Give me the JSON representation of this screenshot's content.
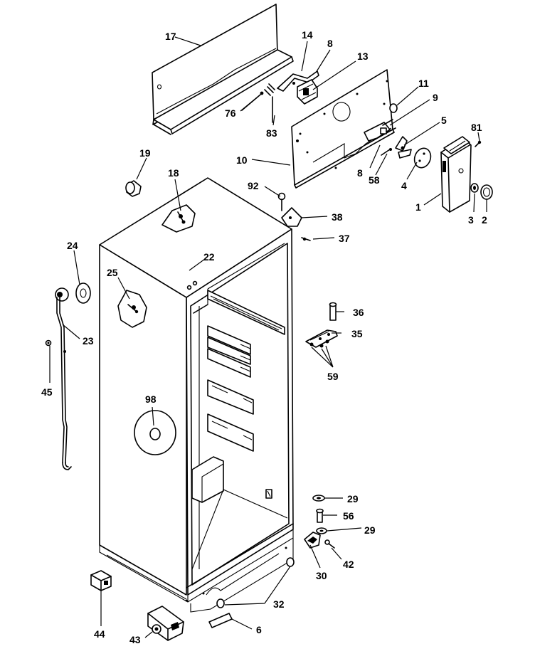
{
  "diagram": {
    "callouts": {
      "c1": "1",
      "c2": "2",
      "c3": "3",
      "c4": "4",
      "c5": "5",
      "c6": "6",
      "c8a": "8",
      "c8b": "8",
      "c9": "9",
      "c10": "10",
      "c11": "11",
      "c13": "13",
      "c14": "14",
      "c17": "17",
      "c18": "18",
      "c19": "19",
      "c22": "22",
      "c23": "23",
      "c24": "24",
      "c25": "25",
      "c29a": "29",
      "c29b": "29",
      "c30": "30",
      "c32": "32",
      "c35": "35",
      "c36": "36",
      "c37": "37",
      "c38": "38",
      "c42": "42",
      "c43": "43",
      "c44": "44",
      "c45": "45",
      "c56": "56",
      "c58": "58",
      "c59": "59",
      "c76": "76",
      "c81": "81",
      "c83": "83",
      "c92": "92",
      "c98": "98"
    }
  }
}
